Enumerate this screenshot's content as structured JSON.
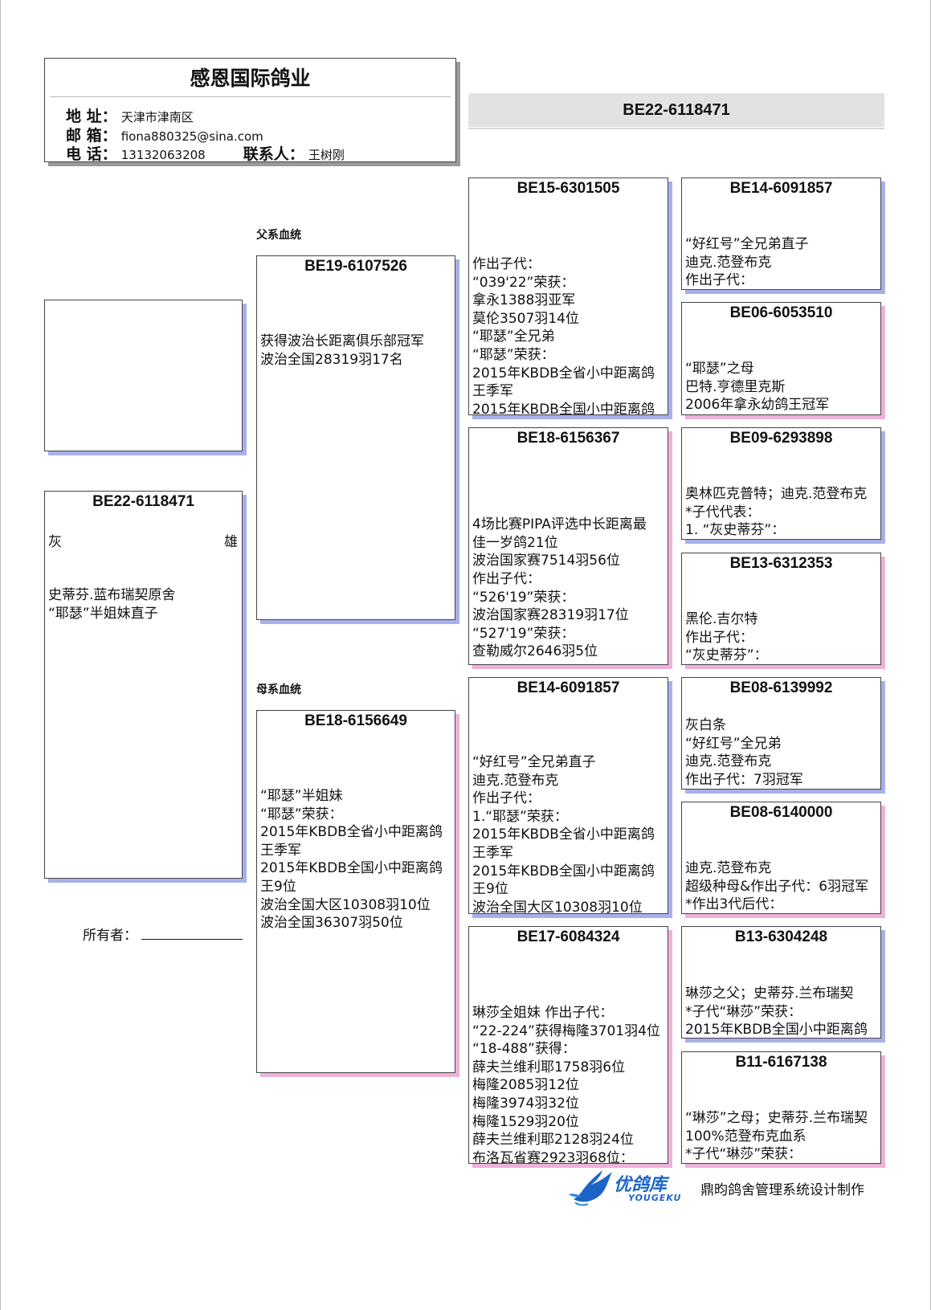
{
  "loft": {
    "name": "感恩国际鸽业",
    "address_label": "地 址：",
    "address": "天津市津南区",
    "email_label": "邮 箱：",
    "email": "fiona880325@sina.com",
    "phone_label": "电 话：",
    "phone": "13132063208",
    "contact_label": "联系人：",
    "contact": "王树刚"
  },
  "main_ring": "BE22-6118471",
  "subject": {
    "ring": "BE22-6118471",
    "color": "灰",
    "sex": "雄",
    "lines": [
      "史蒂芬.蓝布瑞契原舍",
      "“耶瑟”半姐妹直子"
    ]
  },
  "owner_label": "所有者：",
  "sire_section_label": "父系血统",
  "dam_section_label": "母系血统",
  "sire": {
    "ring": "BE19-6107526",
    "lines": [
      "获得波治长距离俱乐部冠军",
      "波治全国28319羽17名"
    ]
  },
  "dam": {
    "ring": "BE18-6156649",
    "lines": [
      "“耶瑟”半姐妹",
      "“耶瑟”荣获：",
      "2015年KBDB全省小中距离鸽",
      "王季军",
      "2015年KBDB全国小中距离鸽",
      "王9位",
      "波治全国大区10308羽10位",
      "波治全国36307羽50位"
    ]
  },
  "grandparents": [
    {
      "ring": "BE15-6301505",
      "lines": [
        "作出子代：",
        "“039'22”荣获：",
        "拿永1388羽亚军",
        "莫伦3507羽14位",
        "“耶瑟”全兄弟",
        "“耶瑟”荣获：",
        "2015年KBDB全省小中距离鸽",
        "王季军",
        "2015年KBDB全国小中距离鸽"
      ]
    },
    {
      "ring": "BE18-6156367",
      "lines": [
        "4场比赛PIPA评选中长距离最",
        "佳一岁鸽21位",
        "波治国家赛7514羽56位",
        "作出子代：",
        "“526'19”荣获：",
        "波治国家赛28319羽17位",
        "“527'19”荣获：",
        "查勒威尔2646羽5位"
      ]
    },
    {
      "ring": "BE14-6091857",
      "lines": [
        "“好红号”全兄弟直子",
        "迪克.范登布克",
        "作出子代：",
        "1.“耶瑟”荣获：",
        "2015年KBDB全省小中距离鸽",
        "王季军",
        "2015年KBDB全国小中距离鸽",
        "王9位",
        "波治全国大区10308羽10位"
      ]
    },
    {
      "ring": "BE17-6084324",
      "lines": [
        "琳莎全姐妹  作出子代：",
        "“22-224”获得梅隆3701羽4位",
        "“18-488”获得：",
        "薛夫兰维利耶1758羽6位",
        "梅隆2085羽12位",
        "梅隆3974羽32位",
        "梅隆1529羽20位",
        "薛夫兰维利耶2128羽24位",
        "布洛瓦省赛2923羽68位："
      ]
    }
  ],
  "great_grandparents": [
    {
      "ring": "BE14-6091857",
      "lines": [
        "“好红号”全兄弟直子",
        "迪克.范登布克",
        "作出子代："
      ]
    },
    {
      "ring": "BE06-6053510",
      "lines": [
        "“耶瑟”之母",
        "巴特.亨德里克斯",
        "2006年拿永幼鸽王冠军"
      ]
    },
    {
      "ring": "BE09-6293898",
      "lines": [
        "奥林匹克普特；迪克.范登布克",
        "*子代代表：",
        "1. “灰史蒂芬”："
      ]
    },
    {
      "ring": "BE13-6312353",
      "lines": [
        "黑伦.吉尔特",
        "作出子代：",
        "“灰史蒂芬”："
      ]
    },
    {
      "ring": "BE08-6139992",
      "lines": [
        "灰白条",
        "“好红号”全兄弟",
        "迪克.范登布克",
        "作出子代：7羽冠军"
      ]
    },
    {
      "ring": "BE08-6140000",
      "lines": [
        "迪克.范登布克",
        "超级种母&作出子代：6羽冠军",
        "*作出3代后代："
      ]
    },
    {
      "ring": "B13-6304248",
      "lines": [
        "琳莎之父；史蒂芬.兰布瑞契",
        "*子代“琳莎”荣获：",
        "2015年KBDB全国小中距离鸽"
      ]
    },
    {
      "ring": "B11-6167138",
      "lines": [
        "“琳莎”之母；史蒂芬.兰布瑞契",
        "100%范登布克血系",
        "*子代“琳莎”荣获："
      ]
    }
  ],
  "footer": {
    "logo_text": "优鸽库",
    "logo_sub": "YOUGEKU",
    "credit": "鼎昀鸽舍管理系统设计制作"
  },
  "colors": {
    "male_shadow": "#a7b0ea",
    "female_shadow": "#eeb1da",
    "band": "#e2e2e2",
    "logo_blue": "#1e64c8"
  }
}
